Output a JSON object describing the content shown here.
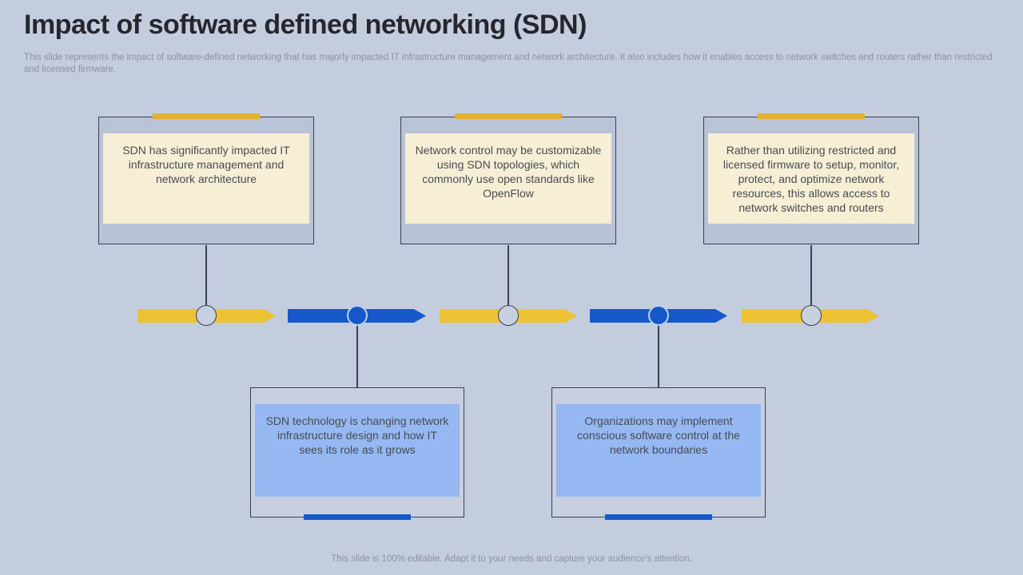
{
  "slide": {
    "title": "Impact of software defined networking (SDN)",
    "subtitle": "This slide represents the impact of software-defined networking that has majorly impacted IT infrastructure management and network architecture. It also includes how it enables access to network switches and routers rather than restricted and licensed firmware.",
    "footer": "This slide is 100% editable. Adapt it to your needs and capture your audience's attention."
  },
  "top_boxes": [
    {
      "text": "SDN has significantly impacted IT infrastructure management and network architecture"
    },
    {
      "text": "Network control may be customizable using SDN topologies, which commonly use open standards like OpenFlow"
    },
    {
      "text": "Rather than utilizing restricted and licensed firmware to setup, monitor, protect, and optimize network resources, this allows access to network switches and routers"
    }
  ],
  "bottom_boxes": [
    {
      "text": "SDN technology is changing network infrastructure design and how IT sees its role as it grows"
    },
    {
      "text": "Organizations may implement conscious software control at the network boundaries"
    }
  ],
  "timeline": {
    "segments": [
      {
        "color": "gold",
        "node": "light"
      },
      {
        "color": "blue",
        "node": "blue"
      },
      {
        "color": "gold",
        "node": "light"
      },
      {
        "color": "blue",
        "node": "blue"
      },
      {
        "color": "gold",
        "node": "light"
      }
    ]
  },
  "colors": {
    "background": "#c4cdde",
    "title_text": "#26262e",
    "muted_text": "#8e929b",
    "box_border": "#3b404d",
    "box_text": "#474a52",
    "top_box_fill": "#b9c3d8",
    "bottom_box_fill": "#c8d0e0",
    "cream_panel": "#f7efd5",
    "blue_panel": "#96b8f2",
    "gold": "#e3b12c",
    "arrow_gold": "#ecc233",
    "arrow_blue": "#1658ca",
    "node_light_fill": "#c7d0e1",
    "node_blue_ring": "#bcd2f4"
  }
}
